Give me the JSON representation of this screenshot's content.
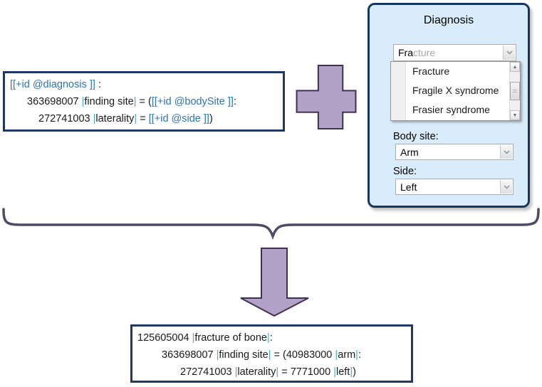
{
  "colors": {
    "box_border_navy": "#1f3864",
    "panel_border_navy": "#17375e",
    "panel_bg_blue": "#d9ecfb",
    "slot_blue": "#2e74b5",
    "pipe_teal": "#4aacc5",
    "shape_purple_fill": "#b3a2c7",
    "shape_purple_outline": "#403152",
    "brace_color": "#504a66",
    "autocomplete_gray": "#a8a8a8"
  },
  "template_box": {
    "line1": {
      "slot": "[[+id @diagnosis ]]",
      "tail": " :"
    },
    "line2": {
      "code": "363698007 ",
      "p1": "|",
      "term": "finding site",
      "p2": "|",
      "mid": " = (",
      "slot": "[[+id @bodySite ]]",
      "tail": ":"
    },
    "line3": {
      "code": "272741003 ",
      "p1": "|",
      "term": "laterality",
      "p2": "|",
      "mid": " = ",
      "slot": "[[+id @side ]]",
      "tail": ")"
    }
  },
  "panel": {
    "title": "Diagnosis",
    "search": {
      "typed": "Fra",
      "suggestion": "cture"
    },
    "dropdown": {
      "items": [
        "Fracture",
        "Fragile X syndrome",
        "Frasier syndrome"
      ]
    },
    "body_site": {
      "label": "Body site:",
      "value": "Arm"
    },
    "side": {
      "label": "Side:",
      "value": "Left"
    }
  },
  "result_box": {
    "line1": {
      "code": "125605004 ",
      "p1": "|",
      "term": "fracture of bone",
      "p2": "|",
      "tail": ":"
    },
    "line2": {
      "code": "363698007 ",
      "p1": "|",
      "term": "finding site",
      "p2": "|",
      "mid": " = (40983000 ",
      "p3": "|",
      "term2": "arm",
      "p4": "|",
      "tail": ":"
    },
    "line3": {
      "code": "272741003 ",
      "p1": "|",
      "term": "laterality",
      "p2": "|",
      "mid": " = 7771000 ",
      "p3": "|",
      "term2": "left",
      "p4": "|",
      "tail": ")"
    }
  },
  "icons": {
    "scroll_up_glyph": "▲",
    "scroll_down_glyph": "▼"
  }
}
